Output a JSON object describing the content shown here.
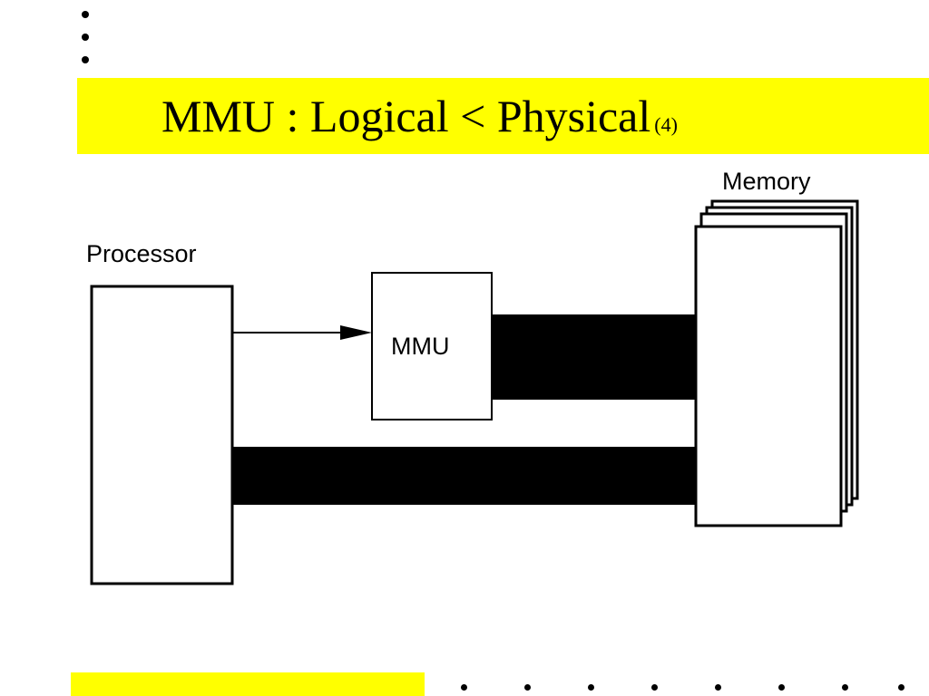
{
  "slide": {
    "title": "MMU : Logical < Physical",
    "title_suffix": "(4)",
    "accent_color": "#ffff00"
  },
  "diagram": {
    "processor_label": "Processor",
    "mmu_label": "MMU",
    "memory_label": "Memory"
  }
}
